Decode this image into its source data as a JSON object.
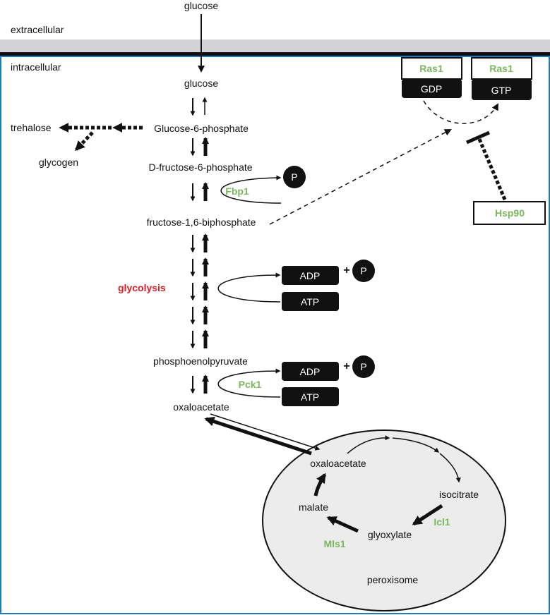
{
  "colors": {
    "gene_green": "#7cb860",
    "glycolysis_red": "#d42027",
    "membrane_gray": "#d3d3d5",
    "cell_border": "#1f7ab8",
    "peroxisome_fill": "#ececec"
  },
  "compartments": {
    "extracellular": "extracellular",
    "intracellular": "intracellular",
    "peroxisome": "peroxisome"
  },
  "metabolites": {
    "glucose_outside": "glucose",
    "glucose_inside": "glucose",
    "glucose_6_phosphate": "Glucose-6-phosphate",
    "trehalose": "trehalose",
    "glycogen": "glycogen",
    "fructose_6_phosphate": "D-fructose-6-phosphate",
    "fructose_1_6_biphosphate": "fructose-1,6-biphosphate",
    "phosphoenolpyruvate": "phosphoenolpyruvate",
    "oxaloacetate_cytosol": "oxaloacetate",
    "oxaloacetate_peroxisome": "oxaloacetate",
    "isocitrate": "isocitrate",
    "glyoxylate": "glyoxylate",
    "malate": "malate"
  },
  "genes": {
    "fbp1": "Fbp1",
    "pck1": "Pck1",
    "icl1": "Icl1",
    "mls1": "Mls1",
    "hsp90": "Hsp90",
    "ras1_gdp": "Ras1",
    "ras1_gtp": "Ras1"
  },
  "cofactors": {
    "gdp": "GDP",
    "gtp": "GTP",
    "adp_1": "ADP",
    "atp_1": "ATP",
    "adp_2": "ADP",
    "atp_2": "ATP",
    "phosphate_fbp": "P",
    "phosphate_glyco": "P",
    "phosphate_pck": "P",
    "plus_1": "+",
    "plus_2": "+"
  },
  "pathway": {
    "glycolysis": "glycolysis"
  }
}
